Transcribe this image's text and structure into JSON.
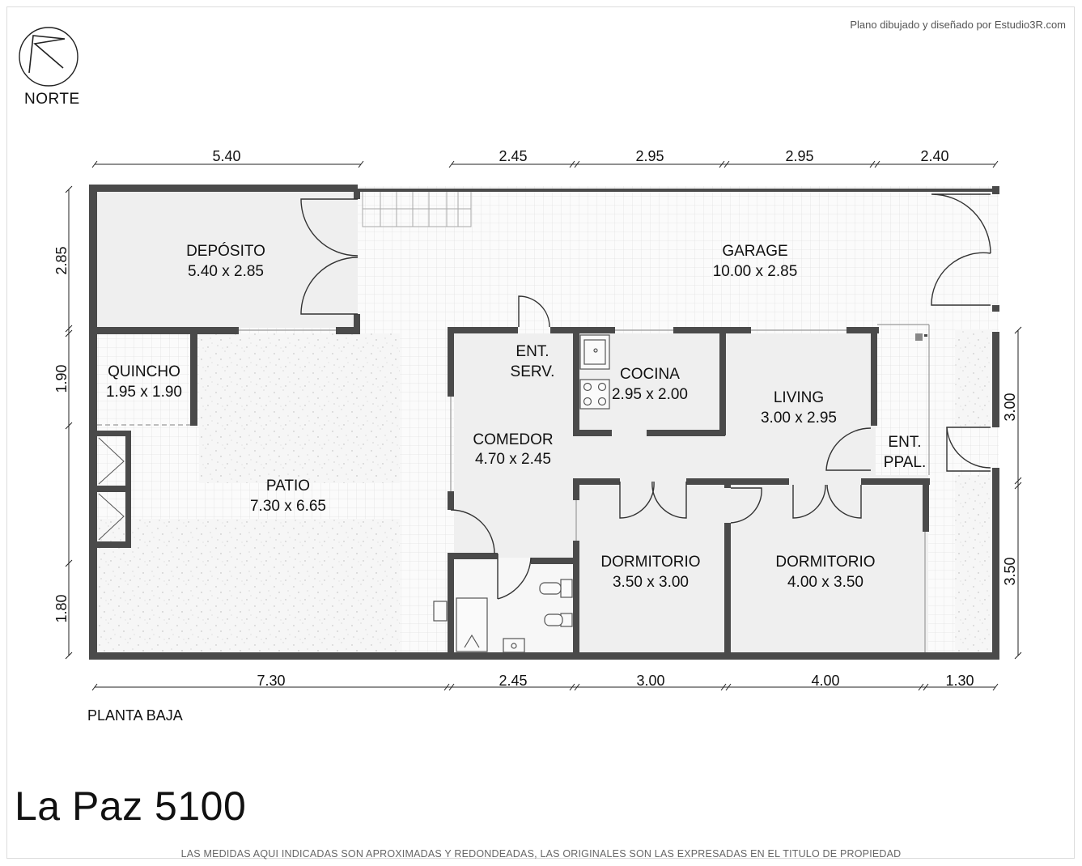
{
  "header": {
    "credit": "Plano dibujado y diseñado por Estudio3R.com",
    "north_label": "NORTE"
  },
  "plan": {
    "level_label": "PLANTA BAJA",
    "address": "La Paz 5100",
    "disclaimer": "LAS MEDIDAS AQUI INDICADAS SON APROXIMADAS Y REDONDEADAS, LAS ORIGINALES SON LAS EXPRESADAS EN EL TITULO DE PROPIEDAD"
  },
  "rooms": {
    "deposito": {
      "name": "DEPÓSITO",
      "size": "5.40 x 2.85"
    },
    "garage": {
      "name": "GARAGE",
      "size": "10.00 x 2.85"
    },
    "quincho": {
      "name": "QUINCHO",
      "size": "1.95 x 1.90"
    },
    "patio": {
      "name": "PATIO",
      "size": "7.30 x 6.65"
    },
    "ent_serv": {
      "line1": "ENT.",
      "line2": "SERV."
    },
    "cocina": {
      "name": "COCINA",
      "size": "2.95 x 2.00"
    },
    "living": {
      "name": "LIVING",
      "size": "3.00 x 2.95"
    },
    "comedor": {
      "name": "COMEDOR",
      "size": "4.70 x 2.45"
    },
    "ent_ppal": {
      "line1": "ENT.",
      "line2": "PPAL."
    },
    "dormitorio_1": {
      "name": "DORMITORIO",
      "size": "3.50 x 3.00"
    },
    "dormitorio_2": {
      "name": "DORMITORIO",
      "size": "4.00 x 3.50"
    }
  },
  "dimensions": {
    "top": [
      "5.40",
      "2.45",
      "2.95",
      "2.95",
      "2.40"
    ],
    "bottom": [
      "7.30",
      "2.45",
      "3.00",
      "4.00",
      "1.30"
    ],
    "left": [
      "2.85",
      "1.90",
      "1.80"
    ],
    "right": [
      "3.00",
      "3.50"
    ]
  },
  "colors": {
    "wall": "#4a4a4a",
    "floor": "#efefef",
    "tile_grid": "#e2e2e2",
    "text": "#111111"
  }
}
